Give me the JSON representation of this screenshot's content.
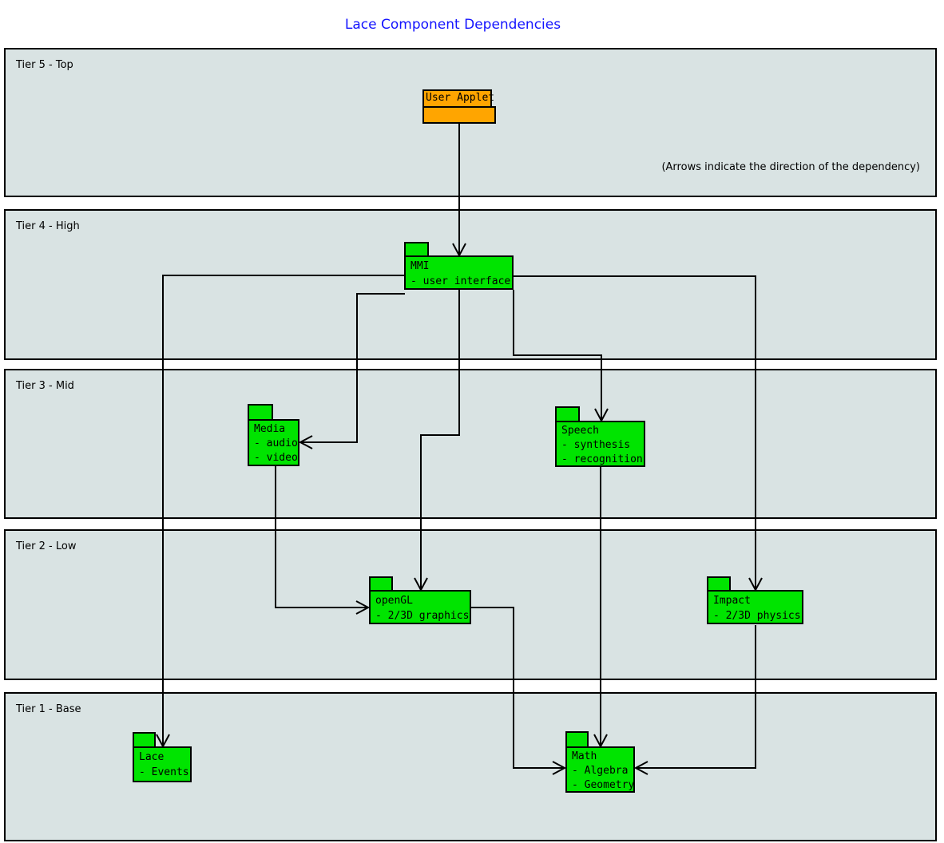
{
  "title": "Lace Component Dependencies",
  "note": "(Arrows indicate the direction of the dependency)",
  "colors": {
    "package-green": "#00e400",
    "applet-orange": "#ffa500",
    "tier-fill": "#d9e3e3",
    "title-blue": "#1414ff",
    "line-black": "#000000"
  },
  "tiers": [
    {
      "label": "Tier 5 - Top"
    },
    {
      "label": "Tier 4 - High"
    },
    {
      "label": "Tier 3 - Mid"
    },
    {
      "label": "Tier 2 - Low"
    },
    {
      "label": "Tier 1 - Base"
    }
  ],
  "components": {
    "user_applet": {
      "name": "User Applet",
      "tier": "Tier 5 - Top",
      "lines": []
    },
    "mmi": {
      "name": "MMI",
      "tier": "Tier 4 - High",
      "lines": [
        "- user interface"
      ]
    },
    "media": {
      "name": "Media",
      "tier": "Tier 3 - Mid",
      "lines": [
        "- audio",
        "- video"
      ]
    },
    "speech": {
      "name": "Speech",
      "tier": "Tier 3 - Mid",
      "lines": [
        "- synthesis",
        "- recognition"
      ]
    },
    "opengl": {
      "name": "openGL",
      "tier": "Tier 2 - Low",
      "lines": [
        "- 2/3D graphics"
      ]
    },
    "impact": {
      "name": "Impact",
      "tier": "Tier 2 - Low",
      "lines": [
        "- 2/3D physics"
      ]
    },
    "lace": {
      "name": "Lace",
      "tier": "Tier 1 - Base",
      "lines": [
        "- Events"
      ]
    },
    "math": {
      "name": "Math",
      "tier": "Tier 1 - Base",
      "lines": [
        "- Algebra",
        "- Geometry"
      ]
    }
  },
  "dependencies": [
    {
      "from": "User Applet",
      "to": "MMI"
    },
    {
      "from": "MMI",
      "to": "Lace"
    },
    {
      "from": "MMI",
      "to": "Media"
    },
    {
      "from": "MMI",
      "to": "openGL"
    },
    {
      "from": "MMI",
      "to": "Speech"
    },
    {
      "from": "MMI",
      "to": "Impact"
    },
    {
      "from": "Media",
      "to": "openGL"
    },
    {
      "from": "Speech",
      "to": "Math"
    },
    {
      "from": "openGL",
      "to": "Math"
    },
    {
      "from": "Impact",
      "to": "Math"
    }
  ]
}
